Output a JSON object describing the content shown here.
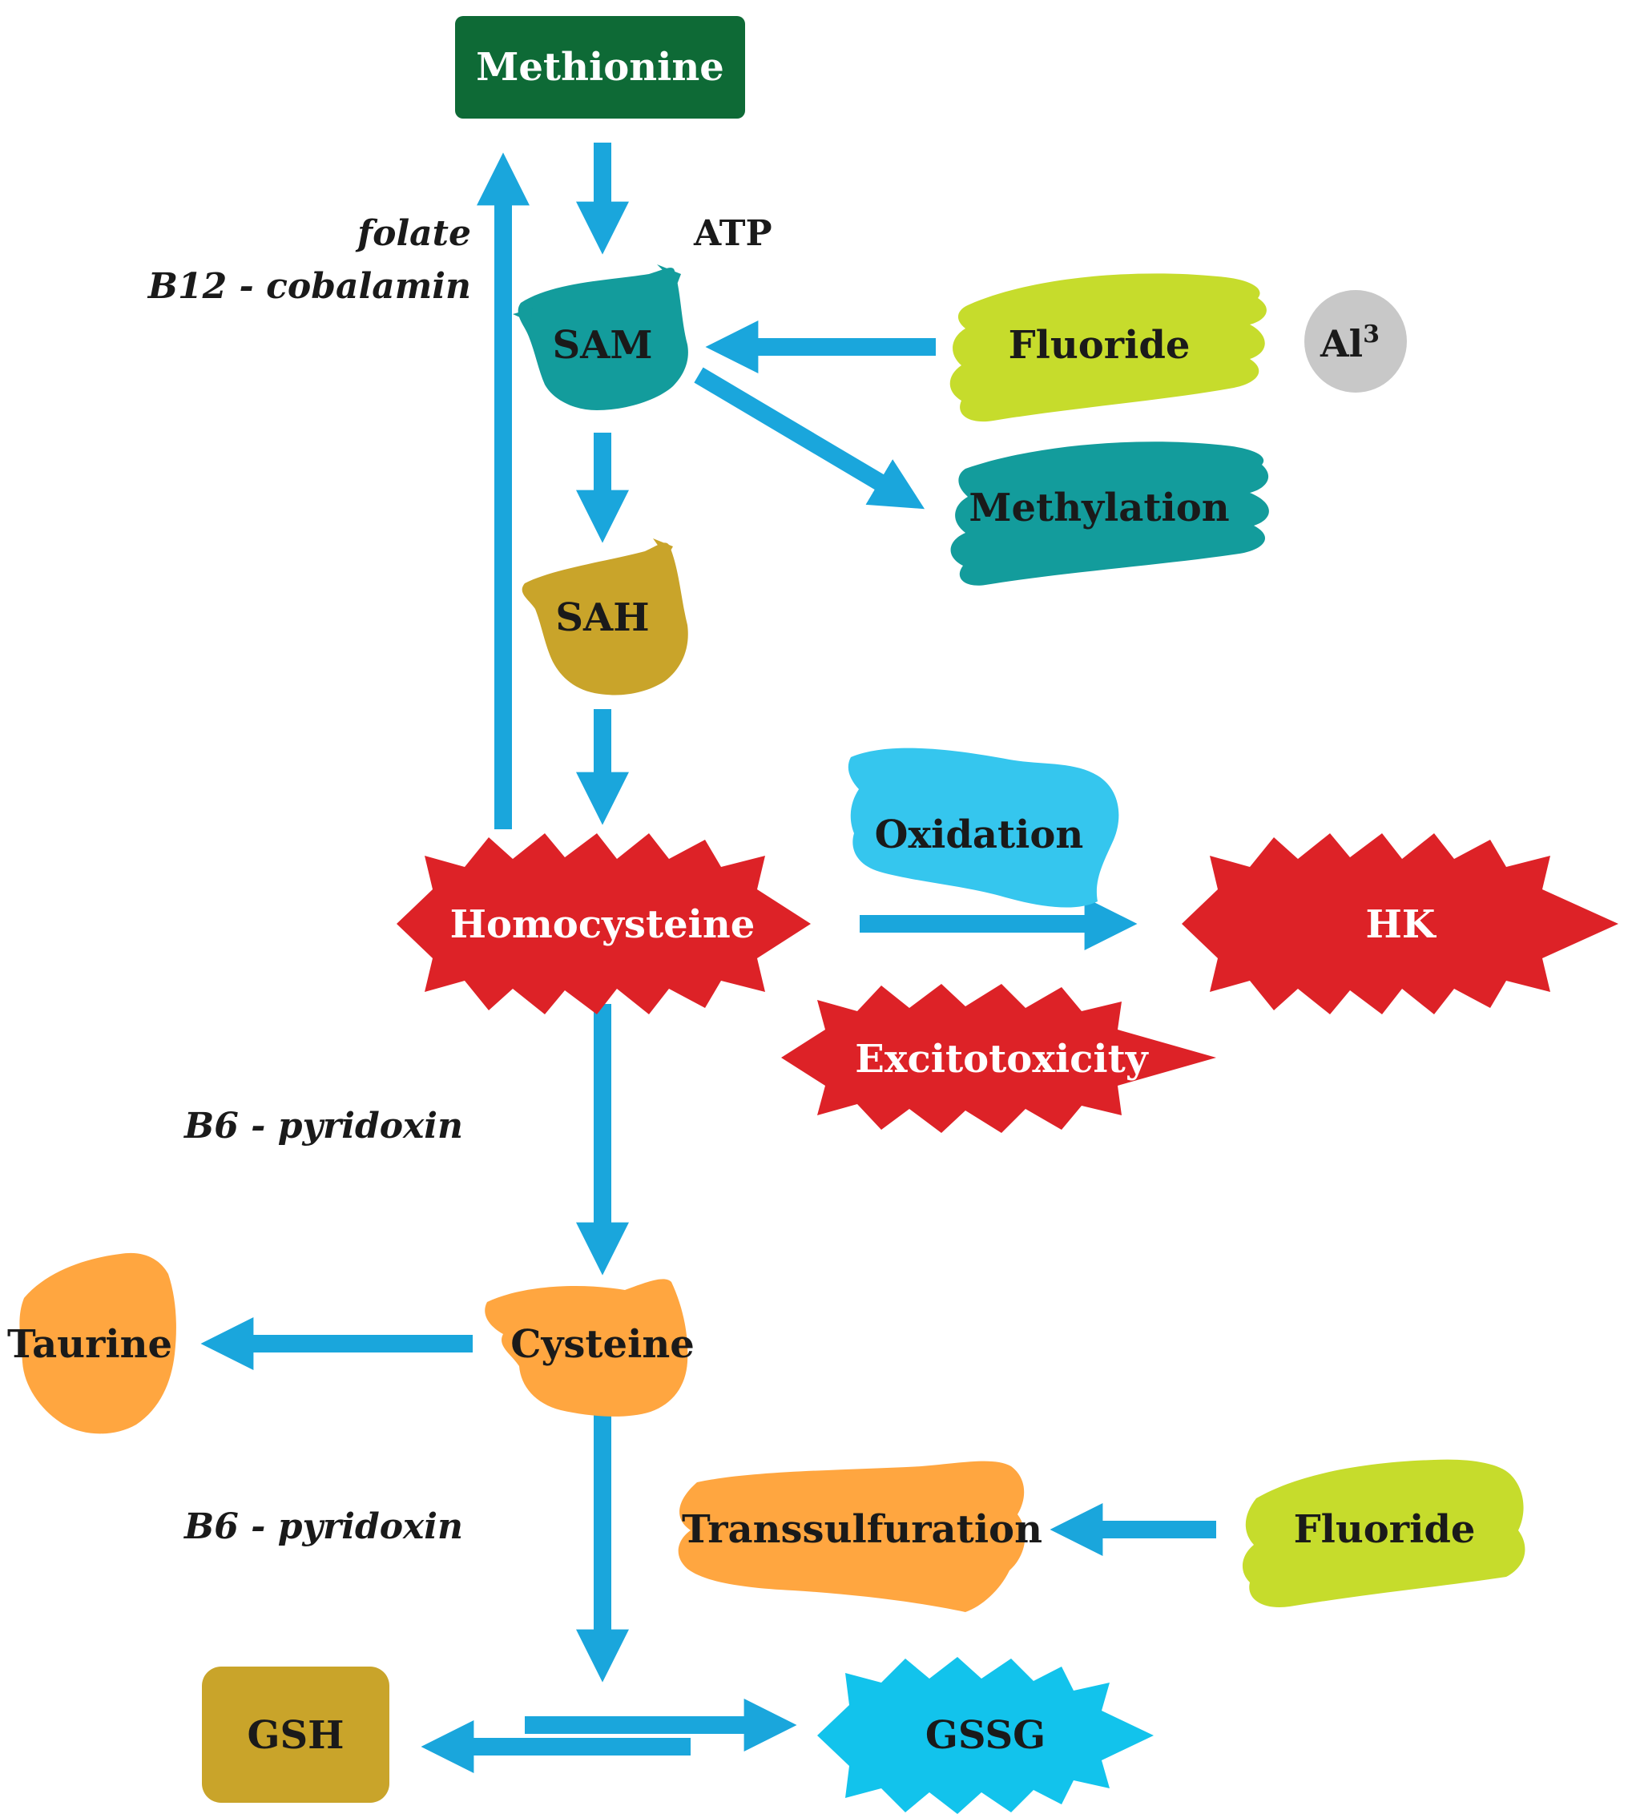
{
  "nodes": {
    "methionine": "Methionine",
    "atp": "ATP",
    "sam": "SAM",
    "fluoride_top": "Fluoride",
    "al_base": "Al",
    "al_sup": "3",
    "methylation": "Methylation",
    "sah": "SAH",
    "oxidation": "Oxidation",
    "homocysteine": "Homocysteine",
    "hk": "HK",
    "excitotoxicity": "Excitotoxicity",
    "cysteine": "Cysteine",
    "taurine": "Taurine",
    "transsulfuration": "Transsulfuration",
    "fluoride_bottom": "Fluoride",
    "gsh": "GSH",
    "gssg": "GSSG"
  },
  "cofactors": {
    "folate": "folate",
    "b12": "B12 - cobalamin",
    "b6_upper": "B6 - pyridoxin",
    "b6_lower": "B6 - pyridoxin"
  },
  "colors": {
    "arrow": "#1aa6dc",
    "methionine_box": "#0e6a36",
    "teal": "#139c9c",
    "lime": "#c6dc2c",
    "mustard": "#c9a42a",
    "orange": "#ffa640",
    "red_burst": "#dd2227",
    "cyan_blob": "#35c6ee",
    "gssg_burst": "#12c3ec",
    "gsh_box": "#c9a42a",
    "al_circle": "#c8c8c8"
  }
}
